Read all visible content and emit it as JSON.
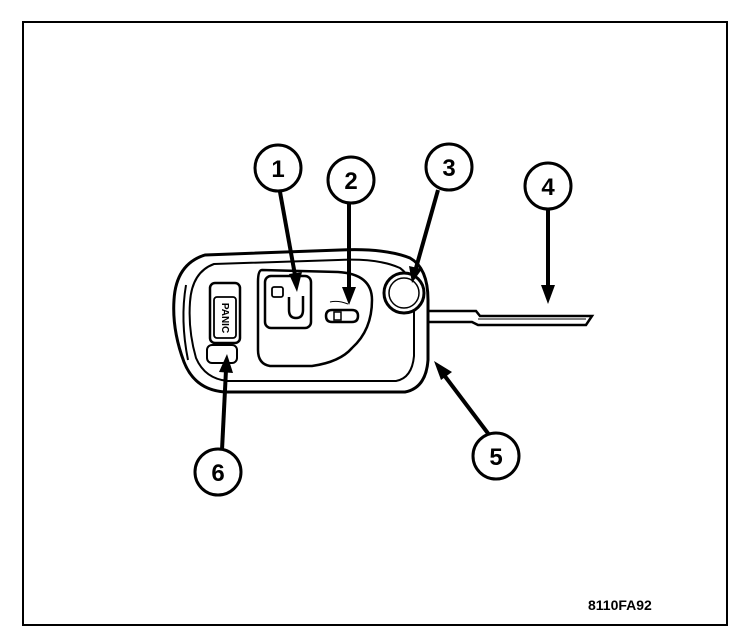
{
  "figure_code": "8110FA92",
  "panic_label": "PANIC",
  "callouts": [
    "1",
    "2",
    "3",
    "4",
    "5",
    "6"
  ]
}
